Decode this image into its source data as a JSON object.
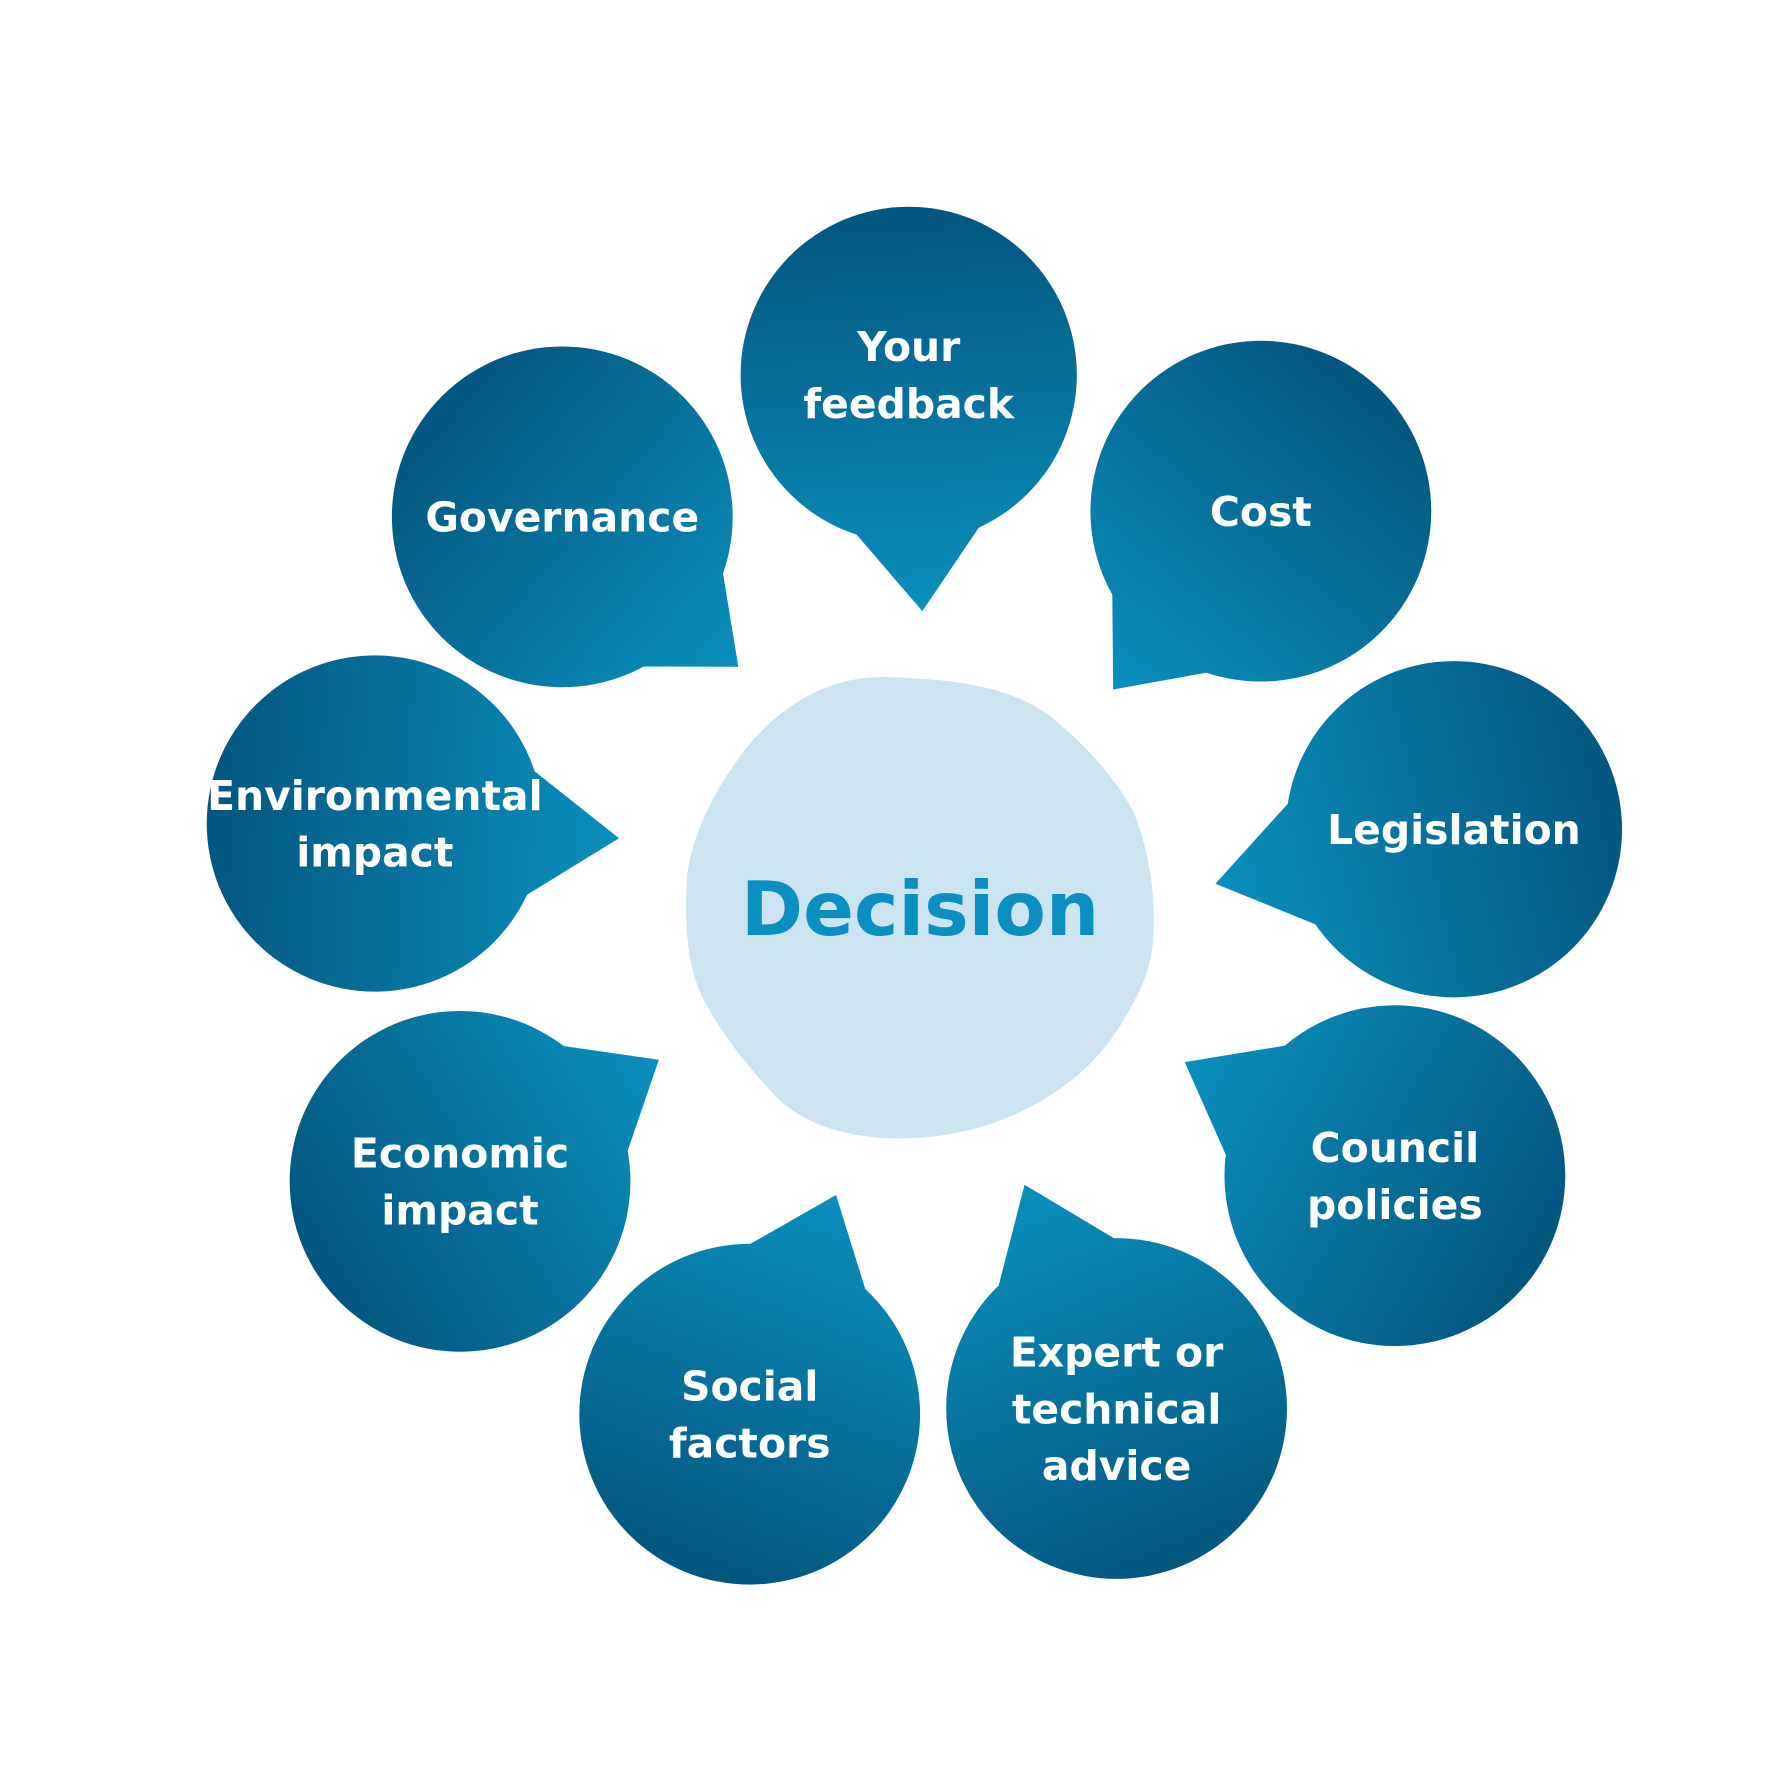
{
  "center": {
    "label": "Decision",
    "fill": "#cce4f0",
    "text_color": "#0a8fc0"
  },
  "colors": {
    "bubble_dark": "#04567f",
    "bubble_light": "#0a8fbc"
  },
  "bubbles": [
    {
      "id": "your-feedback",
      "lines": [
        "Your",
        "feedback"
      ]
    },
    {
      "id": "cost",
      "lines": [
        "Cost"
      ]
    },
    {
      "id": "legislation",
      "lines": [
        "Legislation"
      ]
    },
    {
      "id": "council-policies",
      "lines": [
        "Council",
        "policies"
      ]
    },
    {
      "id": "expert-or-technical-advice",
      "lines": [
        "Expert or",
        "technical",
        "advice"
      ]
    },
    {
      "id": "social-factors",
      "lines": [
        "Social",
        "factors"
      ]
    },
    {
      "id": "economic-impact",
      "lines": [
        "Economic",
        "impact"
      ]
    },
    {
      "id": "environmental-impact",
      "lines": [
        "Environmental",
        "impact"
      ]
    },
    {
      "id": "governance",
      "lines": [
        "Governance"
      ]
    }
  ]
}
